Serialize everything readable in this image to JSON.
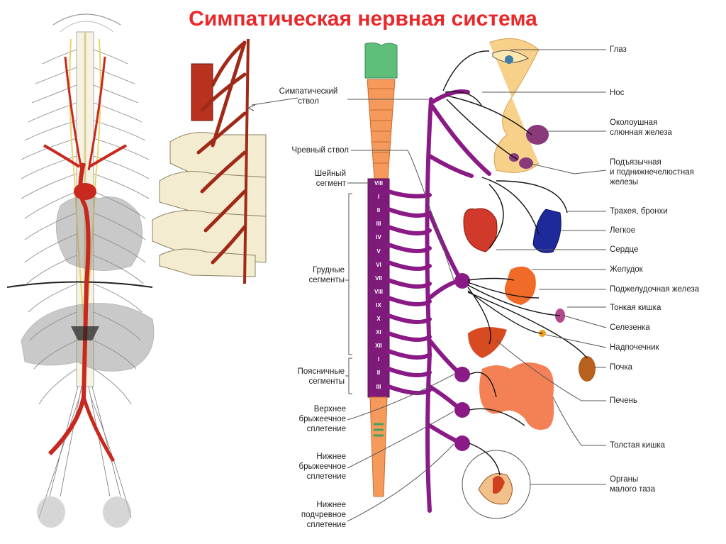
{
  "title": "Симпатическая нервная система",
  "left_labels": {
    "sympathetic_trunk": [
      "Симпатический",
      "ствол"
    ],
    "celiac_trunk": "Чревный ствол",
    "cervical_segment": [
      "Шейный",
      "сегмент"
    ],
    "thoracic_segments": [
      "Грудные",
      "сегменты"
    ],
    "lumbar_segments": [
      "Поясничные",
      "сегменты"
    ],
    "superior_mesenteric": [
      "Верхнее",
      "брыжеечное",
      "сплетение"
    ],
    "inferior_mesenteric": [
      "Нижнее",
      "брыжеечное",
      "сплетение"
    ],
    "inferior_hypogastric": [
      "Нижнее",
      "подчревное",
      "сплетение"
    ]
  },
  "segment_numerals": [
    "VIII",
    "I",
    "II",
    "III",
    "IV",
    "V",
    "VI",
    "VII",
    "VIII",
    "IX",
    "X",
    "XI",
    "XII",
    "I",
    "II",
    "III"
  ],
  "organs": [
    [
      "Глаз"
    ],
    [
      "Нос"
    ],
    [
      "Околоушная",
      "слюнная железа"
    ],
    [
      "Подъязычная",
      "и поднижнечелюстная",
      "железы"
    ],
    [
      "Трахея, бронхи"
    ],
    [
      "Легкое"
    ],
    [
      "Сердце"
    ],
    [
      "Желудок"
    ],
    [
      "Поджелудочная железа"
    ],
    [
      "Тонкая кишка"
    ],
    [
      "Селезенка"
    ],
    [
      "Надпочечник"
    ],
    [
      "Почка"
    ],
    [
      "Печень"
    ],
    [
      "Толстая кишка"
    ],
    [
      "Органы",
      "малого таза"
    ]
  ],
  "colors": {
    "title": "#e8282b",
    "spinal_orange": "#f59a5a",
    "spinal_green": "#5fbf7a",
    "sympathetic_purple": "#8a1a86",
    "artery_red": "#c8281e",
    "bone": "#f3ecd0"
  }
}
